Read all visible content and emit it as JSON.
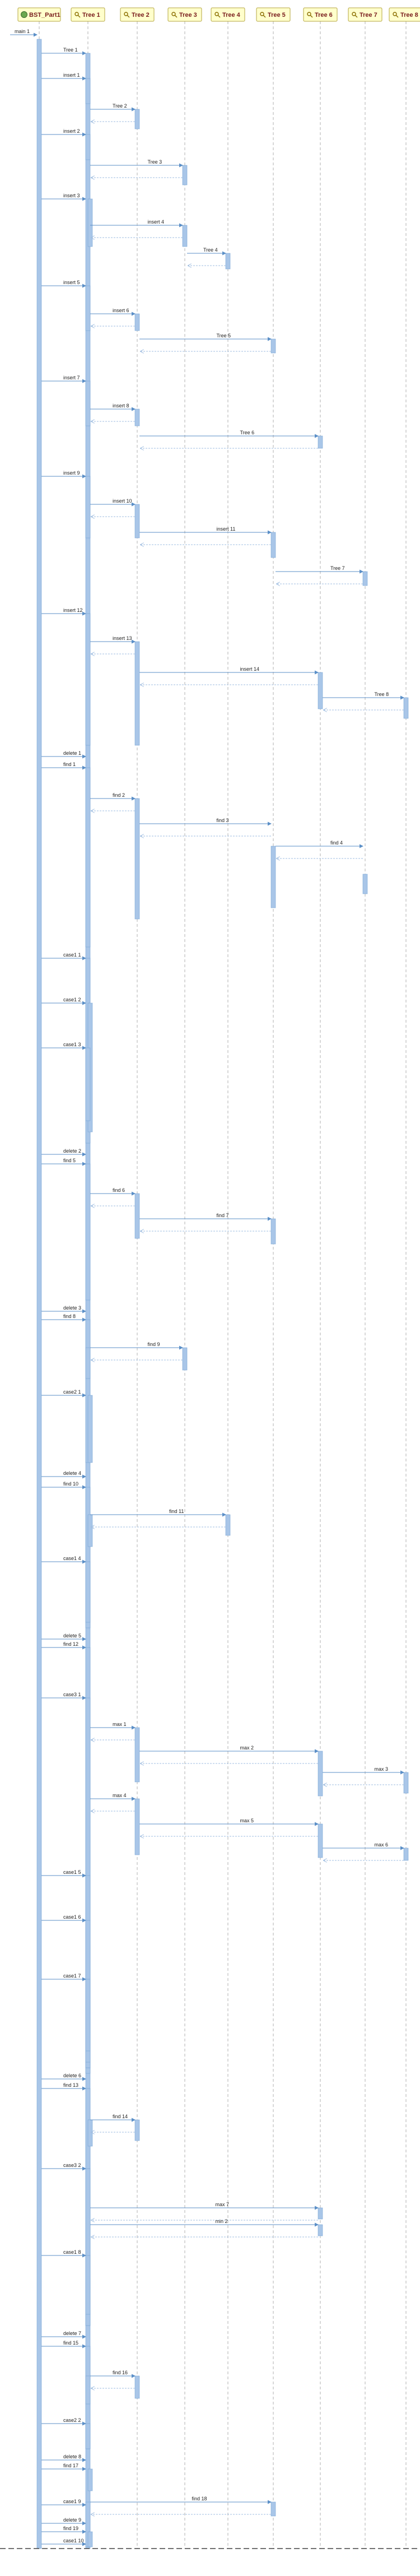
{
  "diagram": {
    "type": "sequence",
    "participants": [
      {
        "name": "BST_Part1",
        "kind": "main"
      },
      {
        "name": "Tree 1",
        "kind": "object"
      },
      {
        "name": "Tree 2",
        "kind": "object"
      },
      {
        "name": "Tree 3",
        "kind": "object"
      },
      {
        "name": "Tree 4",
        "kind": "object"
      },
      {
        "name": "Tree 5",
        "kind": "object"
      },
      {
        "name": "Tree 6",
        "kind": "object"
      },
      {
        "name": "Tree 7",
        "kind": "object"
      },
      {
        "name": "Tree 8",
        "kind": "object"
      }
    ],
    "messages": [
      {
        "label": "main 1",
        "from": -1,
        "to": 0
      },
      {
        "label": "Tree 1",
        "from": 0,
        "to": 1
      },
      {
        "label": "insert 1",
        "from": 0,
        "to": 1
      },
      {
        "label": "Tree 2",
        "from": 1,
        "to": 2
      },
      {
        "label": "insert 2",
        "from": 0,
        "to": 1
      },
      {
        "label": "Tree 3",
        "from": 1,
        "to": 3
      },
      {
        "label": "insert 3",
        "from": 0,
        "to": 1
      },
      {
        "label": "insert 4",
        "from": 1,
        "to": 3
      },
      {
        "label": "Tree 4",
        "from": 3,
        "to": 4
      },
      {
        "label": "insert 5",
        "from": 0,
        "to": 1
      },
      {
        "label": "insert 6",
        "from": 1,
        "to": 2
      },
      {
        "label": "Tree 5",
        "from": 2,
        "to": 5
      },
      {
        "label": "insert 7",
        "from": 0,
        "to": 1
      },
      {
        "label": "insert 8",
        "from": 1,
        "to": 2
      },
      {
        "label": "Tree 6",
        "from": 2,
        "to": 6
      },
      {
        "label": "insert 9",
        "from": 0,
        "to": 1
      },
      {
        "label": "insert 10",
        "from": 1,
        "to": 2
      },
      {
        "label": "insert 11",
        "from": 2,
        "to": 5
      },
      {
        "label": "Tree 7",
        "from": 5,
        "to": 7
      },
      {
        "label": "insert 12",
        "from": 0,
        "to": 1
      },
      {
        "label": "insert 13",
        "from": 1,
        "to": 2
      },
      {
        "label": "insert 14",
        "from": 2,
        "to": 6
      },
      {
        "label": "Tree 8",
        "from": 6,
        "to": 8
      },
      {
        "label": "delete 1",
        "from": 0,
        "to": 1
      },
      {
        "label": "find 1",
        "from": 0,
        "to": 1
      },
      {
        "label": "find 2",
        "from": 1,
        "to": 2
      },
      {
        "label": "find 3",
        "from": 2,
        "to": 5
      },
      {
        "label": "find 4",
        "from": 5,
        "to": 7
      },
      {
        "label": "case1 1",
        "from": 0,
        "to": 1
      },
      {
        "label": "case1 2",
        "from": 0,
        "to": 1
      },
      {
        "label": "case1 3",
        "from": 0,
        "to": 1
      },
      {
        "label": "delete 2",
        "from": 0,
        "to": 1
      },
      {
        "label": "find 5",
        "from": 0,
        "to": 1
      },
      {
        "label": "find 6",
        "from": 1,
        "to": 2
      },
      {
        "label": "find 7",
        "from": 2,
        "to": 5
      },
      {
        "label": "delete 3",
        "from": 0,
        "to": 1
      },
      {
        "label": "find 8",
        "from": 0,
        "to": 1
      },
      {
        "label": "find 9",
        "from": 1,
        "to": 3
      },
      {
        "label": "case2 1",
        "from": 0,
        "to": 1
      },
      {
        "label": "delete 4",
        "from": 0,
        "to": 1
      },
      {
        "label": "find 10",
        "from": 0,
        "to": 1
      },
      {
        "label": "find 11",
        "from": 1,
        "to": 4
      },
      {
        "label": "case1 4",
        "from": 0,
        "to": 1
      },
      {
        "label": "delete 5",
        "from": 0,
        "to": 1
      },
      {
        "label": "find 12",
        "from": 0,
        "to": 1
      },
      {
        "label": "case3 1",
        "from": 0,
        "to": 1
      },
      {
        "label": "max 1",
        "from": 1,
        "to": 2
      },
      {
        "label": "max 2",
        "from": 2,
        "to": 6
      },
      {
        "label": "max 3",
        "from": 6,
        "to": 8
      },
      {
        "label": "max 4",
        "from": 1,
        "to": 2
      },
      {
        "label": "max 5",
        "from": 2,
        "to": 6
      },
      {
        "label": "max 6",
        "from": 6,
        "to": 8
      },
      {
        "label": "case1 5",
        "from": 0,
        "to": 1
      },
      {
        "label": "case1 6",
        "from": 0,
        "to": 1
      },
      {
        "label": "case1 7",
        "from": 0,
        "to": 1
      },
      {
        "label": "delete 6",
        "from": 0,
        "to": 1
      },
      {
        "label": "find 13",
        "from": 0,
        "to": 1
      },
      {
        "label": "find 14",
        "from": 1,
        "to": 2
      },
      {
        "label": "case3 2",
        "from": 0,
        "to": 1
      },
      {
        "label": "max 7",
        "from": 1,
        "to": 6
      },
      {
        "label": "min 2",
        "from": 1,
        "to": 6
      },
      {
        "label": "case1 8",
        "from": 0,
        "to": 1
      },
      {
        "label": "delete 7",
        "from": 0,
        "to": 1
      },
      {
        "label": "find 15",
        "from": 0,
        "to": 1
      },
      {
        "label": "find 16",
        "from": 1,
        "to": 2
      },
      {
        "label": "case2 2",
        "from": 0,
        "to": 1
      },
      {
        "label": "delete 8",
        "from": 0,
        "to": 1
      },
      {
        "label": "find 17",
        "from": 0,
        "to": 1
      },
      {
        "label": "find 18",
        "from": 1,
        "to": 5
      },
      {
        "label": "case1 9",
        "from": 0,
        "to": 1
      },
      {
        "label": "delete 9",
        "from": 0,
        "to": 1
      },
      {
        "label": "find 19",
        "from": 0,
        "to": 1
      },
      {
        "label": "case1 10",
        "from": 0,
        "to": 1
      }
    ],
    "colors": {
      "participant_fill": "#ffffcc",
      "participant_border": "#b5a642",
      "participant_text": "#7a1e1e",
      "activation_fill": "#a9c6e8",
      "arrow": "#5b8fc7",
      "return_arrow": "#9fbde0",
      "lifeline": "#b0b0b0",
      "text": "#222222"
    }
  }
}
